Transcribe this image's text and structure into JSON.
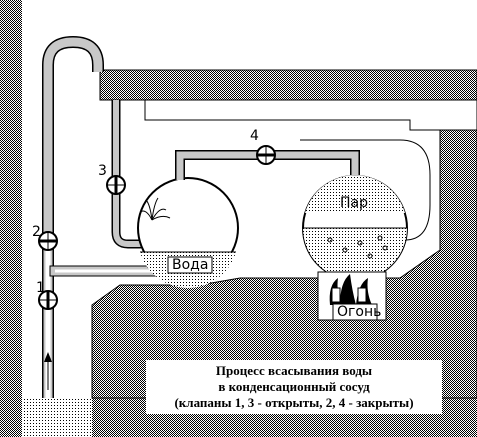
{
  "labels": {
    "valve_1": "1",
    "valve_2": "2",
    "valve_3": "3",
    "valve_4": "4",
    "steam": "Пар",
    "water": "Вода",
    "fire": "Огонь"
  },
  "caption": {
    "line1": "Процесс всасывания воды",
    "line2": "в конденсационный сосуд",
    "line3": "(клапаны 1, 3 - открыты, 2, 4 - закрыты)"
  },
  "colors": {
    "dither": "#909090",
    "outline": "#000000",
    "background": "#ffffff",
    "pipe": "#c8c8c8"
  }
}
